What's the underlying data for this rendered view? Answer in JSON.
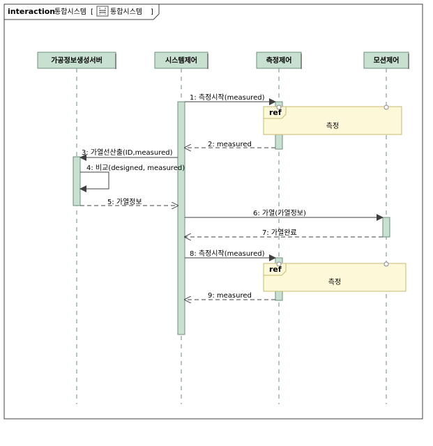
{
  "frame": {
    "keyword": "interaction",
    "name": "통합시스템",
    "bracket_open": "[",
    "tab_name": "통합시스템",
    "bracket_close": "]"
  },
  "lifelines": [
    {
      "id": "server",
      "label": "가공정보생성서버"
    },
    {
      "id": "system",
      "label": "시스템제어"
    },
    {
      "id": "measure",
      "label": "측정제어"
    },
    {
      "id": "motion",
      "label": "모션제어"
    }
  ],
  "messages": [
    {
      "label": "1:  측정시작(measured)"
    },
    {
      "label": "2:  measured"
    },
    {
      "label": "3:  가열선산출(ID,measured)"
    },
    {
      "label": "4:  비교(designed, measured)"
    },
    {
      "label": "5:  가열정보"
    },
    {
      "label": "6:  가열(가열정보)"
    },
    {
      "label": "7:  가열완료"
    },
    {
      "label": "8:  측정시작(measured)"
    },
    {
      "label": "9:  measured"
    }
  ],
  "refs": [
    {
      "keyword": "ref",
      "name": "측정"
    },
    {
      "keyword": "ref",
      "name": "측정"
    }
  ],
  "colors": {
    "lifeline_fill": "#c8e0d0",
    "lifeline_border": "#6b8f7a",
    "activation_fill": "#c8e0d0",
    "ref_fill": "#fdf9d8",
    "ref_border": "#c8b870",
    "line": "#404040"
  }
}
